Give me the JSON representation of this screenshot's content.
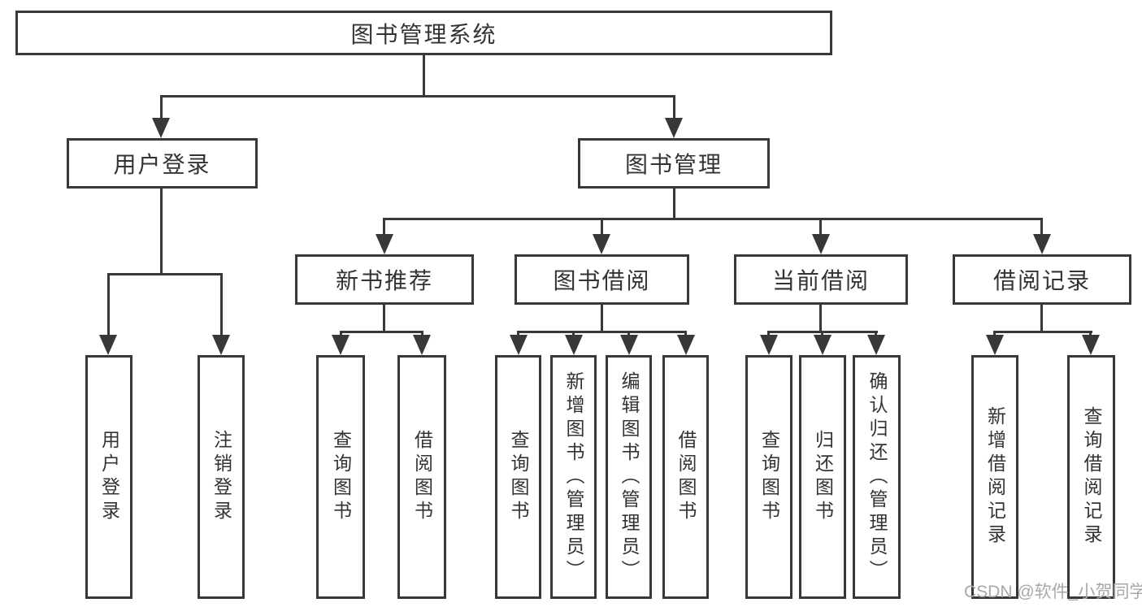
{
  "tree": {
    "label": "图书管理系统",
    "children": [
      {
        "label": "用户登录",
        "children": [
          {
            "label": "用户登录"
          },
          {
            "label": "注销登录"
          }
        ]
      },
      {
        "label": "图书管理",
        "children": [
          {
            "label": "新书推荐",
            "children": [
              {
                "label": "查询图书"
              },
              {
                "label": "借阅图书"
              }
            ]
          },
          {
            "label": "图书借阅",
            "children": [
              {
                "label": "查询图书"
              },
              {
                "label": "新增图书（管理员）"
              },
              {
                "label": "编辑图书（管理员）"
              },
              {
                "label": "借阅图书"
              }
            ]
          },
          {
            "label": "当前借阅",
            "children": [
              {
                "label": "查询图书"
              },
              {
                "label": "归还图书"
              },
              {
                "label": "确认归还（管理员）"
              }
            ]
          },
          {
            "label": "借阅记录",
            "children": [
              {
                "label": "新增借阅记录"
              },
              {
                "label": "查询借阅记录"
              }
            ]
          }
        ]
      }
    ]
  },
  "watermark": {
    "text": "CSDN @软件_小贺同学"
  },
  "colors": {
    "line": "#383838",
    "text": "#333333",
    "watermark": "#a8a8a8",
    "background": "#ffffff"
  }
}
